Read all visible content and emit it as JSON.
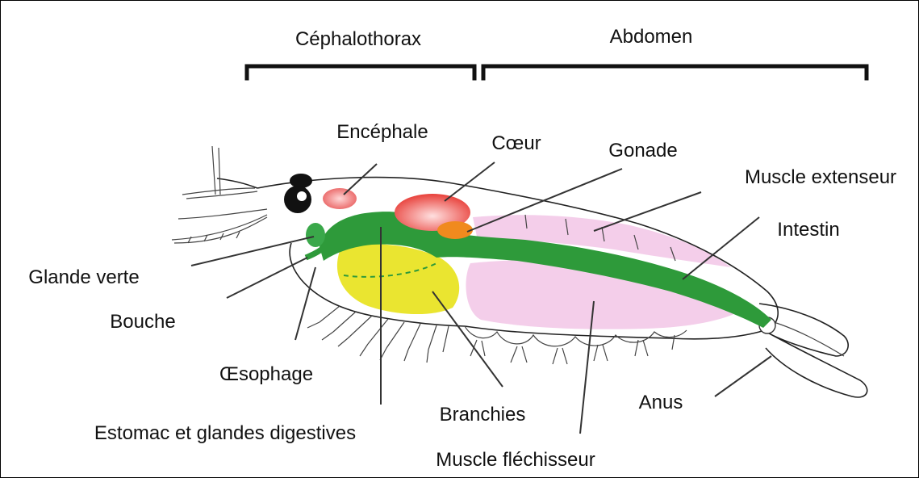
{
  "regions": {
    "cephalothorax": "Céphalothorax",
    "abdomen": "Abdomen"
  },
  "labels": {
    "encephale": "Encéphale",
    "coeur": "Cœur",
    "gonade": "Gonade",
    "muscle_extenseur": "Muscle extenseur",
    "intestin": "Intestin",
    "glande_verte": "Glande verte",
    "bouche": "Bouche",
    "oesophage": "Œsophage",
    "estomac": "Estomac et glandes digestives",
    "branchies": "Branchies",
    "muscle_flechisseur": "Muscle fléchisseur",
    "anus": "Anus"
  },
  "colors": {
    "encephale": "#e85a5a",
    "coeur": "#e8403a",
    "gonade": "#f08a1e",
    "muscle": "#f2c6e6",
    "digestive": "#2e9a3a",
    "estomac": "#e8e21a",
    "glande_verte": "#3aa84a"
  }
}
